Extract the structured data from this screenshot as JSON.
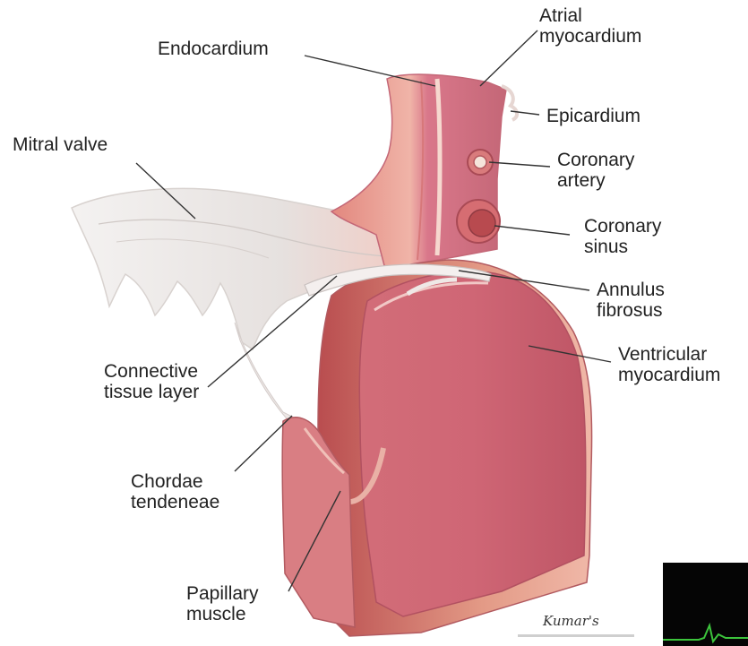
{
  "labels": {
    "atrial_myocardium": "Atrial\nmyocardium",
    "endocardium": "Endocardium",
    "epicardium": "Epicardium",
    "mitral_valve": "Mitral valve",
    "coronary_artery": "Coronary\nartery",
    "coronary_sinus": "Coronary\nsinus",
    "annulus_fibrosus": "Annulus\nfibrosus",
    "ventricular_myocardium": "Ventricular\nmyocardium",
    "connective_tissue_layer": "Connective\ntissue layer",
    "chordae_tendeneae": "Chordae\ntendeneae",
    "papillary_muscle": "Papillary\nmuscle"
  },
  "signature": "Kumar's",
  "colors": {
    "myocardium": "#c8606a",
    "endocardium_inner": "#e8a8a0",
    "valve": "#ece8e6",
    "leader_line": "#333333",
    "inset_background": "#050505",
    "inset_trace": "#3cc43c"
  }
}
